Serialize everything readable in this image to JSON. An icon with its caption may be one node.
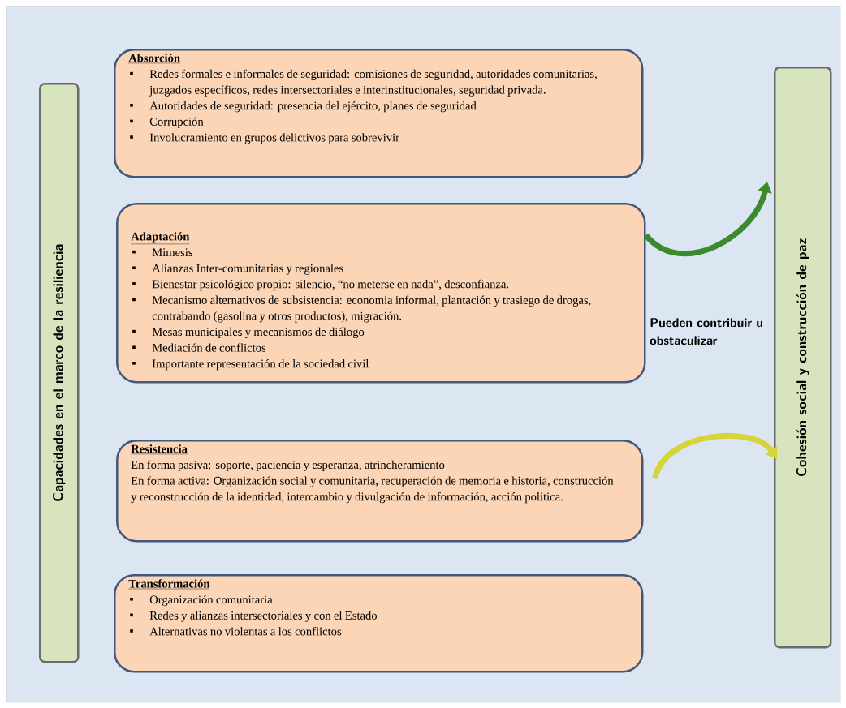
{
  "diagram": {
    "nodes": [
      {
        "text": [
          "Capacidades en el marco de la resiliencia"
        ]
      },
      {
        "text": [
          "Absorción",
          "Redes formales e informales de seguridad: comisiones de seguridad, autoridades comunitarias, juzgados específicos, redes intersectoriales e interinstitucionales, seguridad privada.",
          "Autoridades de seguridad: presencia del ejército, planes de seguridad",
          "Corrupción",
          "Involucramiento en grupos delictivos para sobrevivir"
        ]
      },
      {
        "text": [
          "Adaptación",
          "Mimesis",
          "Alianzas Inter-comunitarias y regionales",
          "Bienestar psicológico propio: silencio, “no meterse en nada”, desconfianza.",
          "Mecanismo alternativos de subsistencia: economia informal, plantación y trasiego de drogas, contrabando (gasolina y otros productos), migración.",
          "Mesas municipales y mecanismos de diálogo",
          "Mediación de conflictos",
          "Importante representación de la sociedad civil"
        ]
      },
      {
        "text": [
          "Resistencia",
          "En forma pasiva: soporte, paciencia y esperanza, atrincheramiento",
          "En forma activa: Organización social y comunitaria, recuperación de memoria e historia, construcción y reconstrucción de la identidad, intercambio y divulgación de información, acción politica."
        ]
      },
      {
        "text": [
          "Transformación",
          "Organización comunitaria",
          "Redes y alianzas intersectoriales y con el Estado",
          "Alternativas no violentas a los conflictos"
        ]
      },
      {
        "text": [
          "Cohesión social y construcción de paz"
        ]
      }
    ],
    "edges": [
      {
        "from": 2,
        "to": 5,
        "arrow": "to",
        "color": "#3d8a2e"
      },
      {
        "from": 3,
        "to": 5,
        "arrow": "to",
        "color": "#d6d43a"
      }
    ],
    "labels": [
      "Pueden contribuir u obstaculizar"
    ]
  }
}
